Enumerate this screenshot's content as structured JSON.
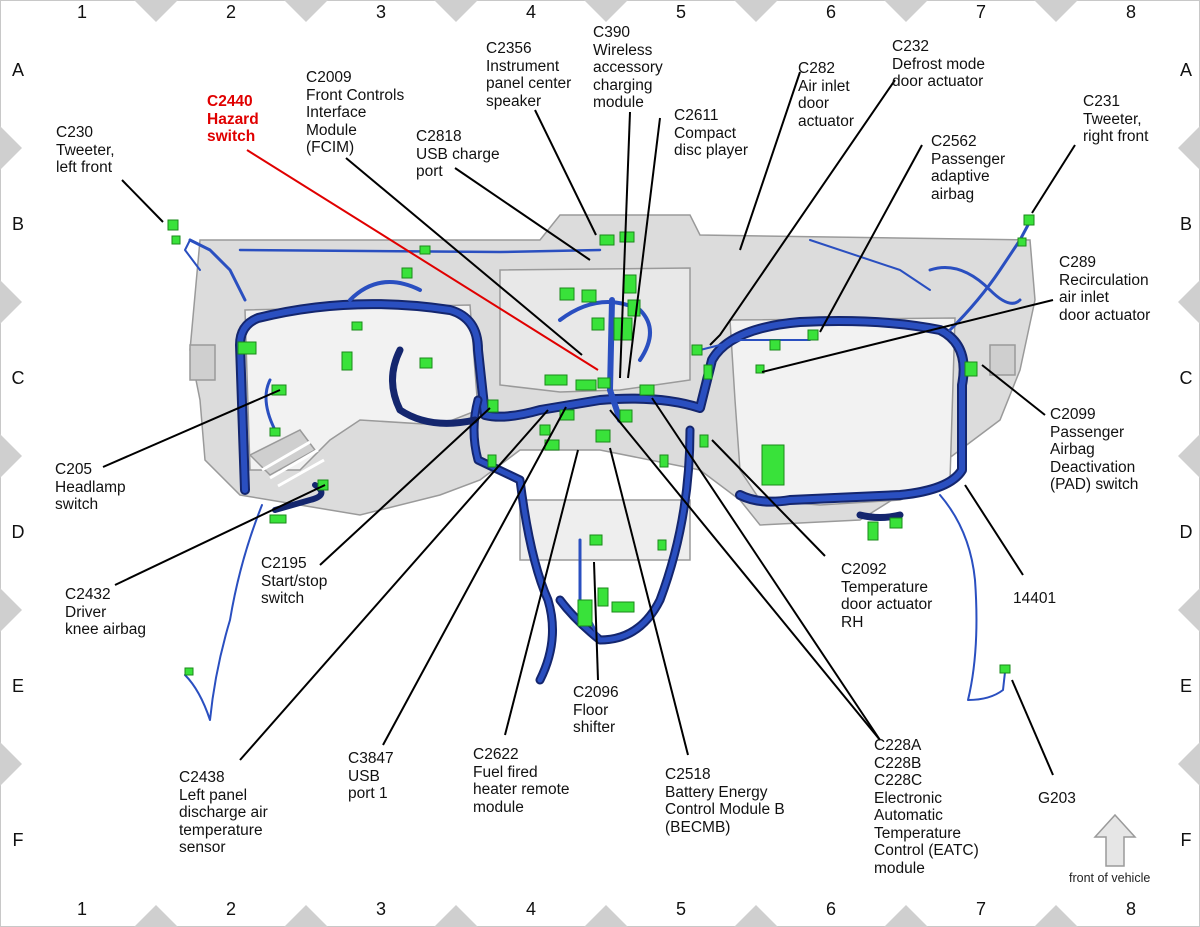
{
  "grid": {
    "columns": [
      "1",
      "2",
      "3",
      "4",
      "5",
      "6",
      "7",
      "8"
    ],
    "rows": [
      "A",
      "B",
      "C",
      "D",
      "E",
      "F"
    ]
  },
  "colors": {
    "harness": "#2a4fc0",
    "harness_dark": "#14266e",
    "connector": "#39e23a",
    "leader": "#000000",
    "highlight": "#e00000",
    "panel": "#d9d9d9",
    "frame_tabs": "#cfcfcf"
  },
  "callouts": [
    {
      "id": "c2440",
      "text": "C2440\nHazard\nswitch",
      "highlight": true
    },
    {
      "id": "c2009",
      "text": "C2009\nFront Controls\nInterface\nModule\n(FCIM)"
    },
    {
      "id": "c2818",
      "text": "C2818\nUSB charge\nport"
    },
    {
      "id": "c2356",
      "text": "C2356\nInstrument\npanel center\nspeaker"
    },
    {
      "id": "c390",
      "text": "C390\nWireless\naccessory\ncharging\nmodule"
    },
    {
      "id": "c2611",
      "text": "C2611\nCompact\ndisc player"
    },
    {
      "id": "c282",
      "text": "C282\nAir inlet\ndoor\nactuator"
    },
    {
      "id": "c232",
      "text": "C232\nDefrost mode\ndoor actuator"
    },
    {
      "id": "c2562",
      "text": "C2562\nPassenger\nadaptive\nairbag"
    },
    {
      "id": "c231",
      "text": "C231\nTweeter,\nright front"
    },
    {
      "id": "c230",
      "text": "C230\nTweeter,\nleft front"
    },
    {
      "id": "c289",
      "text": "C289\nRecirculation\nair inlet\ndoor actuator"
    },
    {
      "id": "c2099",
      "text": "C2099\nPassenger\nAirbag\nDeactivation\n(PAD) switch"
    },
    {
      "id": "c205",
      "text": "C205\nHeadlamp\nswitch"
    },
    {
      "id": "c2195",
      "text": "C2195\nStart/stop\nswitch"
    },
    {
      "id": "c2432",
      "text": "C2432\nDriver\nknee airbag"
    },
    {
      "id": "c2092",
      "text": "C2092\nTemperature\ndoor actuator\nRH"
    },
    {
      "id": "n14401",
      "text": "14401"
    },
    {
      "id": "c2096",
      "text": "C2096\nFloor\nshifter"
    },
    {
      "id": "c2438",
      "text": "C2438\nLeft panel\ndischarge air\ntemperature\nsensor"
    },
    {
      "id": "c3847",
      "text": "C3847\nUSB\nport 1"
    },
    {
      "id": "c2622",
      "text": "C2622\nFuel fired\nheater remote\nmodule"
    },
    {
      "id": "c2518",
      "text": "C2518\nBattery Energy\nControl Module B\n(BECMB)"
    },
    {
      "id": "c228",
      "text": "C228A\nC228B\nC228C\nElectronic\nAutomatic\nTemperature\nControl (EATC)\nmodule"
    },
    {
      "id": "g203",
      "text": "G203"
    }
  ],
  "front_of_vehicle": {
    "label": "front of vehicle",
    "icon": "up-arrow-icon"
  }
}
